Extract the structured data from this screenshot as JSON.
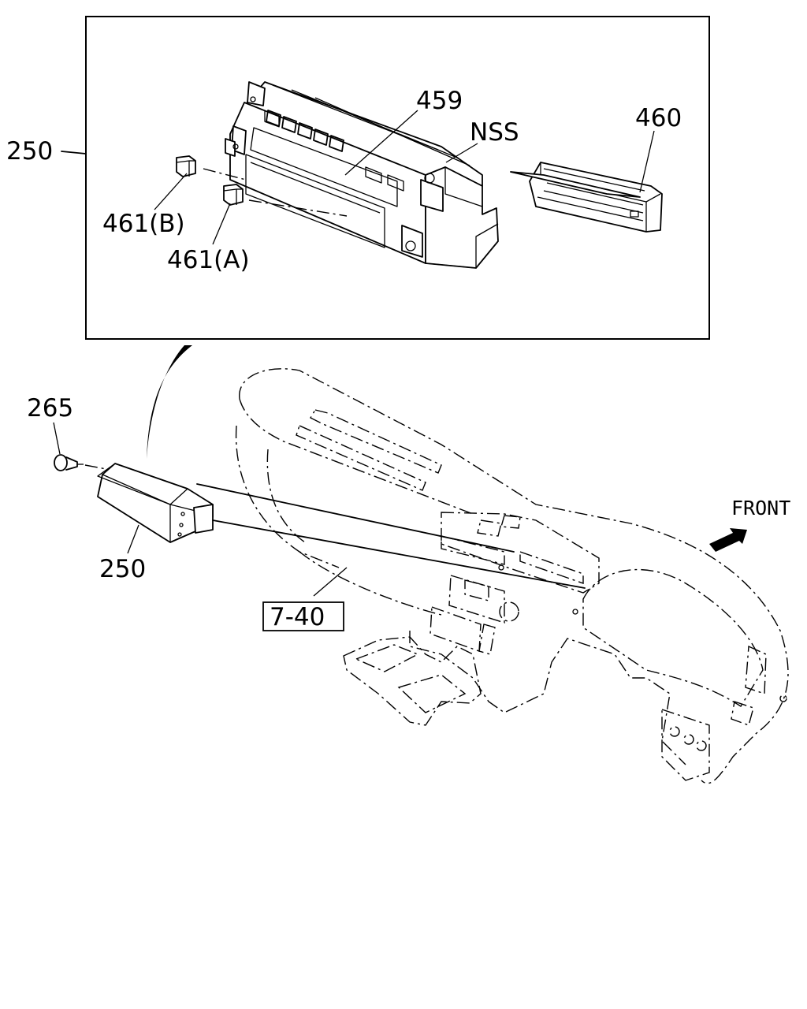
{
  "diagram": {
    "labels": {
      "assembly_top": "250",
      "head_unit": "459",
      "nss": "NSS",
      "cassette_module": "460",
      "knob_b": "461(B)",
      "knob_a": "461(A)",
      "screw": "265",
      "assembly_bottom": "250",
      "reference": "7-40",
      "front": "FRONT"
    },
    "icons": [
      "front-arrow-icon"
    ]
  }
}
